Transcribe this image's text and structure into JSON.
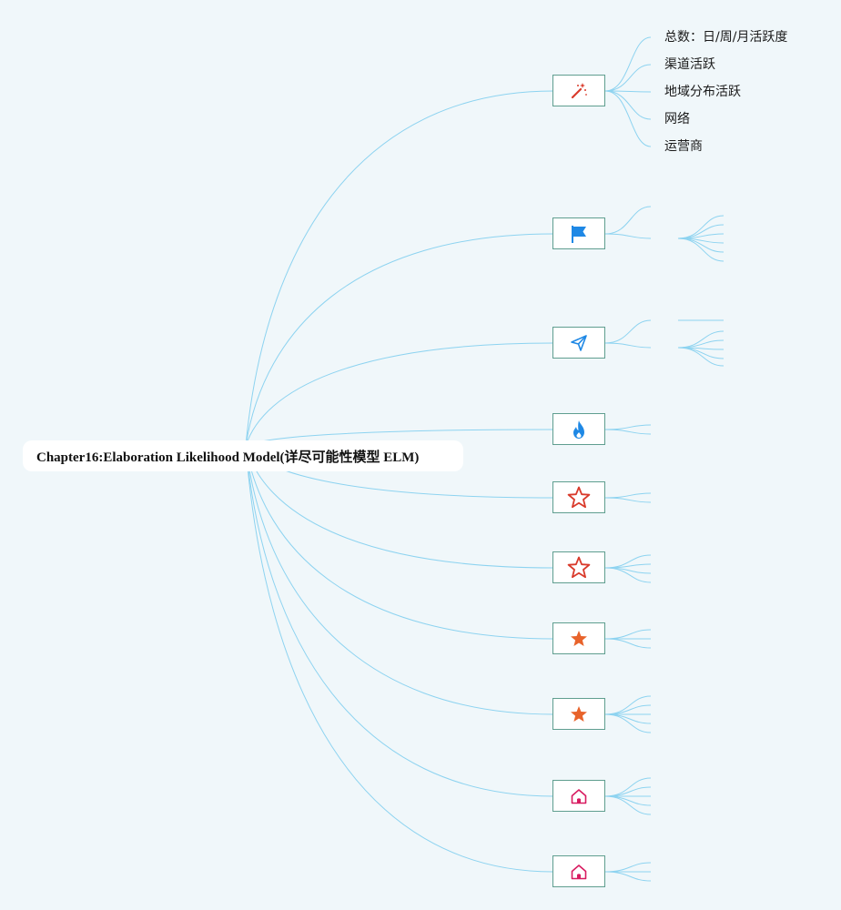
{
  "root": {
    "title": "Chapter16:Elaboration Likelihood Model(详尽可能性模型 ELM)"
  },
  "branches": [
    {
      "icon": "magic-wand-icon",
      "color": "#d93a2b"
    },
    {
      "icon": "flag-icon",
      "color": "#1e88e5"
    },
    {
      "icon": "paper-plane-icon",
      "color": "#1e88e5"
    },
    {
      "icon": "fire-icon",
      "color": "#1e88e5"
    },
    {
      "icon": "star-outline-icon",
      "color": "#d93a2b"
    },
    {
      "icon": "star-outline-icon",
      "color": "#d93a2b"
    },
    {
      "icon": "star-filled-icon",
      "color": "#e8632b"
    },
    {
      "icon": "star-filled-icon",
      "color": "#e8632b"
    },
    {
      "icon": "home-icon",
      "color": "#d81b60"
    },
    {
      "icon": "home-icon",
      "color": "#d81b60"
    }
  ],
  "first_branch_children": [
    "总数：日/周/月活跃度",
    "渠道活跃",
    "地域分布活跃",
    "网络",
    "运营商"
  ],
  "colors": {
    "background": "#f0f7fa",
    "connector": "#8dd3f0",
    "node_border": "#5f9e8f"
  }
}
